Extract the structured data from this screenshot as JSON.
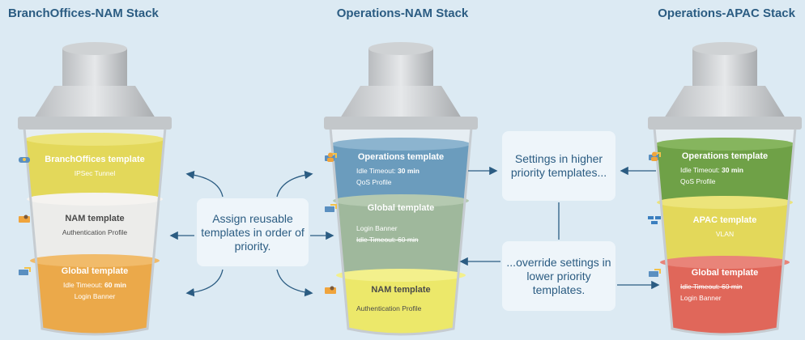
{
  "stacks": {
    "left": {
      "title": "BranchOffices-NAM Stack",
      "layers": [
        {
          "title": "BranchOffices template",
          "items": [
            {
              "icon": "ipsec-tunnel-icon",
              "label": "IPSec Tunnel"
            }
          ]
        },
        {
          "title": "NAM template",
          "items": [
            {
              "icon": "authentication-profile-icon",
              "label": "Authentication Profile"
            }
          ]
        },
        {
          "title": "Global template",
          "items": [
            {
              "icon": "idle-timeout-icon",
              "label": "Idle Timeout:",
              "value": "60 min"
            },
            {
              "icon": "login-banner-icon",
              "label": "Login Banner"
            }
          ]
        }
      ]
    },
    "mid": {
      "title": "Operations-NAM Stack",
      "layers": [
        {
          "title": "Operations template",
          "items": [
            {
              "icon": "idle-timeout-icon",
              "label": "Idle Timeout:",
              "value": "30 min"
            },
            {
              "icon": "qos-profile-icon",
              "label": "QoS Profile"
            }
          ]
        },
        {
          "title": "Global template",
          "items": [
            {
              "icon": "login-banner-icon",
              "label": "Login Banner"
            },
            {
              "icon": "idle-timeout-icon",
              "label": "Idle Timeout: 60 min",
              "struck": true
            }
          ]
        },
        {
          "title": "NAM template",
          "items": [
            {
              "icon": "authentication-profile-icon",
              "label": "Authentication Profile"
            }
          ]
        }
      ]
    },
    "right": {
      "title": "Operations-APAC Stack",
      "layers": [
        {
          "title": "Operations template",
          "items": [
            {
              "icon": "idle-timeout-icon",
              "label": "Idle Timeout:",
              "value": "30 min"
            },
            {
              "icon": "qos-profile-icon",
              "label": "QoS Profile"
            }
          ]
        },
        {
          "title": "APAC template",
          "items": [
            {
              "icon": "vlan-icon",
              "label": "VLAN"
            }
          ]
        },
        {
          "title": "Global template",
          "items": [
            {
              "icon": "idle-timeout-icon",
              "label": "Idle Timeout: 60 min",
              "struck": true
            },
            {
              "icon": "login-banner-icon",
              "label": "Login Banner"
            }
          ]
        }
      ]
    }
  },
  "callouts": {
    "assign": "Assign reusable templates in order of priority.",
    "higher": "Settings in higher priority templates...",
    "override": "...override settings in lower priority templates."
  },
  "colors": {
    "background": "#dceaf3",
    "title": "#2b5c82",
    "yellow": "#e3d85a",
    "white_layer": "#ececea",
    "orange": "#eba94a",
    "blue": "#6b9cbd",
    "grey_green": "#9fb89c",
    "light_yellow": "#ece86a",
    "green": "#6fa147",
    "red": "#e0675a",
    "arrow": "#2b5c82"
  }
}
